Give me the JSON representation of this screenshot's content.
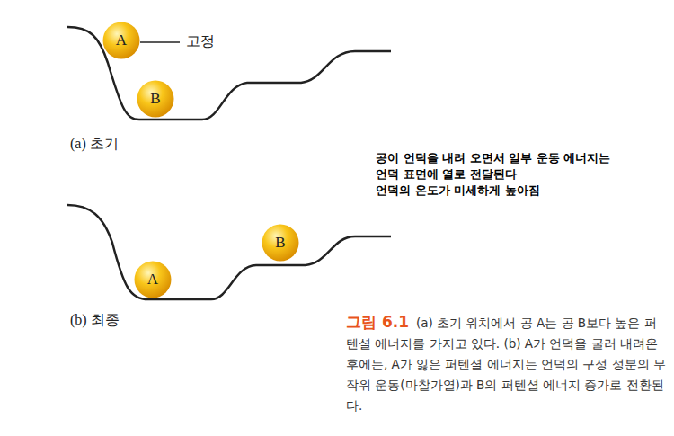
{
  "diagram": {
    "caption": "(a) 초기 위치에서 공 A는 공 B보다 높은 퍼텐셜 에너지를 가지고 있다. (b) A가 언덕을 굴러 내려온 후에는, A가 잃은 퍼텐셜 에너지는 언덕의 구성 성분의 무작위 운동(마찰가열)과 B의 퍼텐셜 에너지 증가로 전환된다.",
    "nodes": [
      {
        "text": [
          "A"
        ]
      },
      {
        "text": [
          "B"
        ]
      },
      {
        "text": [
          "A"
        ]
      },
      {
        "text": [
          "B"
        ]
      }
    ],
    "edges": [],
    "labels": [
      "고정",
      "(a) 초기",
      "(b) 최종",
      "공이 언덕을 내려 오면서 일부 운동 에너지는",
      "언덕 표면에 열로 전달된다",
      "언덕의 온도가 미세하게 높아짐",
      "그림 6.1"
    ]
  }
}
